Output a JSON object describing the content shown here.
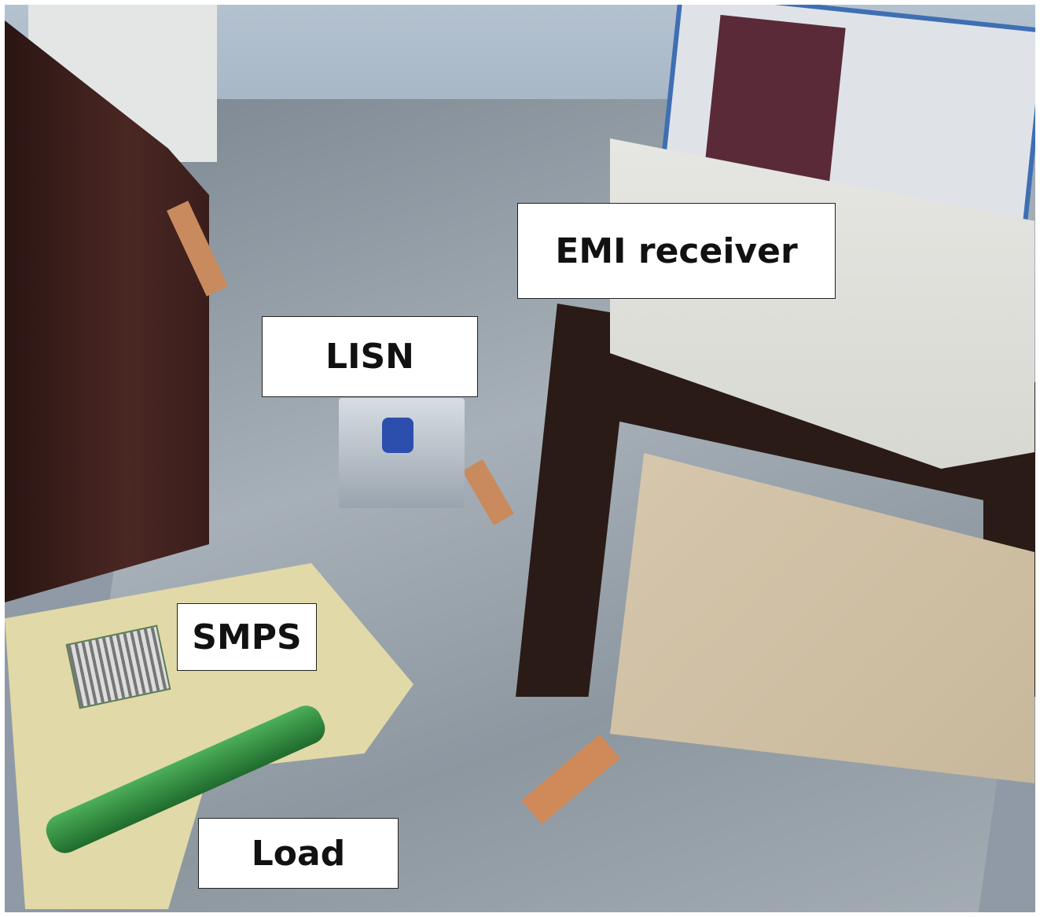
{
  "figure": {
    "labels": {
      "emi_receiver": "EMI receiver",
      "lisn": "LISN",
      "smps": "SMPS",
      "load": "Load"
    },
    "colors": {
      "floor": "#9aa3ad",
      "wall": "#9fb0c2",
      "cabinet": "#3a1e1c",
      "desk": "#2a1b17",
      "board": "#e2d9a8",
      "resistor": "#2e8a3e",
      "copper_strip": "#c98a5e"
    }
  }
}
